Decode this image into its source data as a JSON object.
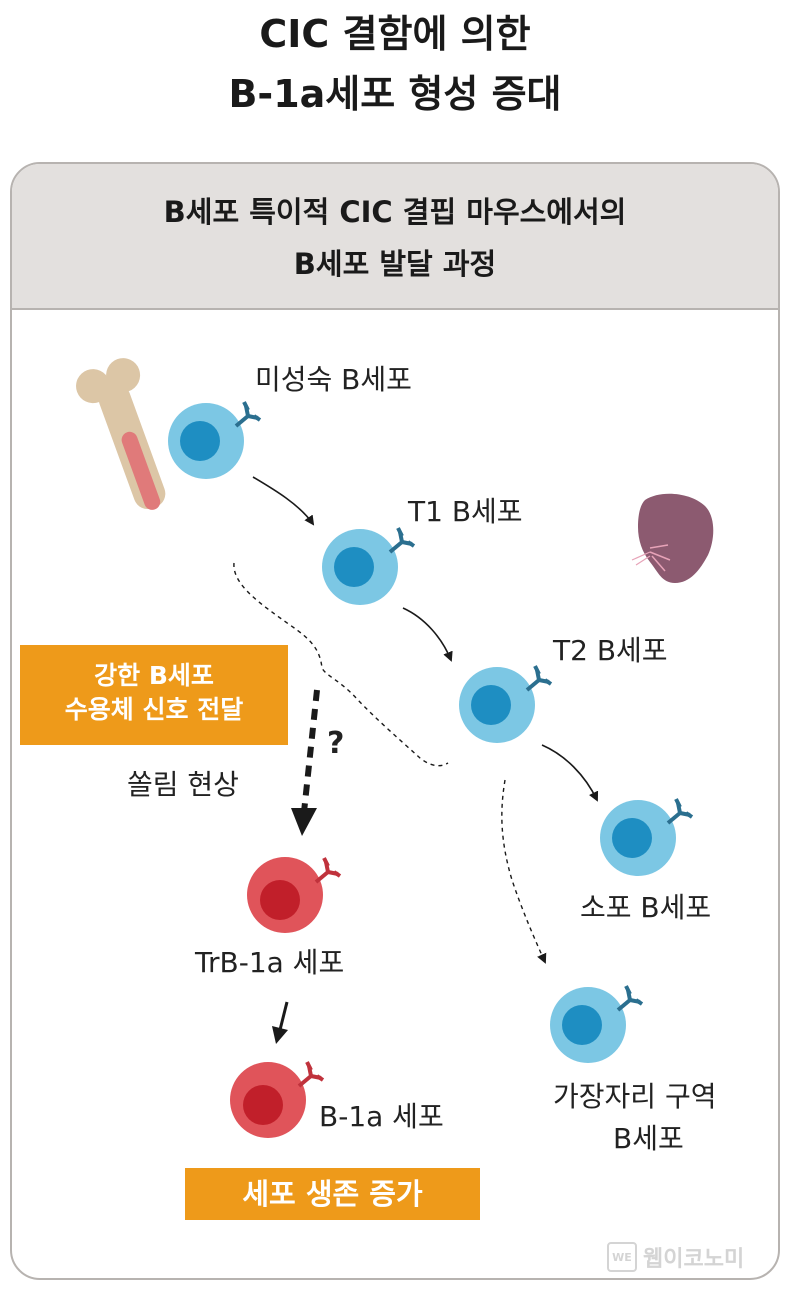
{
  "title": {
    "line1": "CIC 결함에 의한",
    "line2": "B-1a세포 형성 증대"
  },
  "panel": {
    "header_line1": "B세포 특이적 CIC 결핍 마우스에서의",
    "header_line2": "B세포 발달 과정"
  },
  "cells": {
    "immature": "미성숙 B세포",
    "t1": "T1 B세포",
    "t2": "T2 B세포",
    "follicular": "소포 B세포",
    "marginal_line1": "가장자리 구역",
    "marginal_line2": "B세포",
    "trb1a": "TrB-1a 세포",
    "b1a": "B-1a 세포"
  },
  "labels": {
    "strong_signal_line1": "강한 B세포",
    "strong_signal_line2": "수용체 신호 전달",
    "skew": "쏠림 현상",
    "question": "?",
    "survival": "세포 생존 증가"
  },
  "watermark": {
    "icon": "WE",
    "text": "웹이코노미"
  },
  "colors": {
    "blue_cell": "#7cc7e4",
    "blue_nucleus": "#1e8ec2",
    "red_cell": "#e0545a",
    "red_nucleus": "#c11f2a",
    "receptor_blue": "#2b6f8f",
    "receptor_red": "#c0323c",
    "orange": "#ee9a1a",
    "panel_header": "#e3e0de",
    "bone": "#dcc6a6",
    "marrow": "#e07a7a",
    "spleen": "#8c5a70"
  }
}
